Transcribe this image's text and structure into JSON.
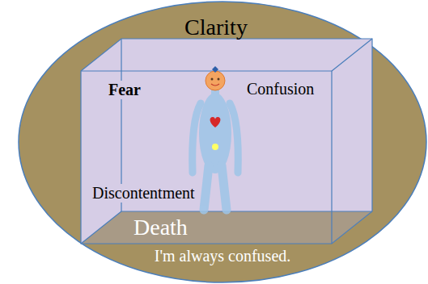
{
  "diagram": {
    "nodes": [
      {
        "text": [
          "Clarity",
          "I'm always confused."
        ]
      },
      {
        "text": [
          "Fear",
          "Confusion",
          "Discontentment",
          "Death"
        ],
        "in": 0
      }
    ]
  }
}
